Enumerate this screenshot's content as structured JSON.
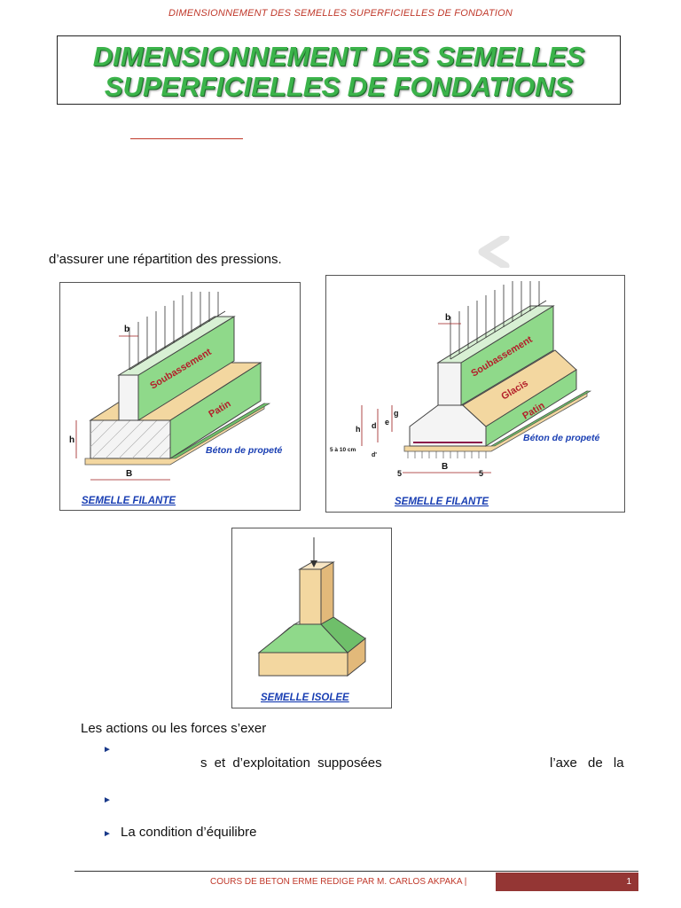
{
  "header": {
    "running_title": "DIMENSIONNEMENT DES SEMELLES SUPERFICIELLES DE FONDATION"
  },
  "title": {
    "line1": "DIMENSIONNEMENT DES SEMELLES",
    "line2": "SUPERFICIELLES DE FONDATIONS"
  },
  "intro_text": "d’assurer une répartition des pressions.",
  "figures": {
    "fig1": {
      "label_b": "b",
      "label_soubassement": "Soubassement",
      "label_patin": "Patin",
      "label_h": "h",
      "label_B": "B",
      "label_beton": "Béton de propeté",
      "caption": "SEMELLE FILANTE"
    },
    "fig2": {
      "label_b": "b",
      "label_soubassement": "Soubassement",
      "label_glacis": "Glacis",
      "label_patin": "Patin",
      "label_h": "h",
      "label_d": "d",
      "label_e": "e",
      "label_g": "g",
      "label_d2": "d'",
      "label_range": "5 à 10 cm",
      "label_5a": "5",
      "label_B": "B",
      "label_5b": "5",
      "label_beton": "Béton de propeté",
      "caption": "SEMELLE FILANTE"
    },
    "fig3": {
      "caption": "SEMELLE ISOLEE"
    }
  },
  "body": {
    "actions_heading": "Les actions ou les forces s’exer",
    "bullet1_text": "s et d’exploitation supposées",
    "bullet1_right": "l’axe de la",
    "bullet3_text": "La condition d’équilibre"
  },
  "footer": {
    "text": "COURS DE BETON ERME REDIGE PAR M. CARLOS AKPAKA |",
    "page_number": "1"
  },
  "colors": {
    "title_green": "#3bb34a",
    "accent_red": "#c0392b",
    "footer_box": "#943634",
    "caption_blue": "#1a3fb3",
    "concrete_green": "#8fd98a",
    "sand_tan": "#f3d7a0"
  }
}
